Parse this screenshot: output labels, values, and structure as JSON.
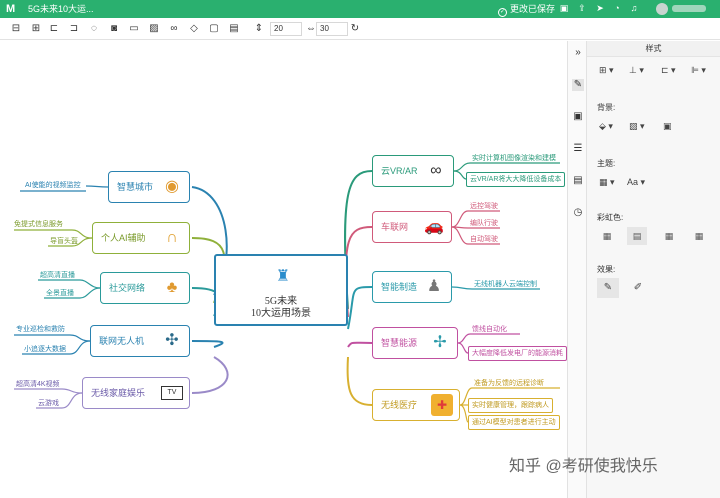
{
  "titlebar": {
    "logo": "M",
    "doc_title": "5G未来10大运...",
    "saved_text": "更改已保存",
    "saved_check": "✓"
  },
  "toolbar": {
    "font_size": "20",
    "line_size": "30"
  },
  "mindmap": {
    "center": {
      "line1": "5G未来",
      "line2": "10大运用场景"
    },
    "left_nodes": [
      {
        "label": "智慧城市",
        "color": "#2a82b0",
        "icon": "camera-icon",
        "glyph": "◉"
      },
      {
        "label": "个人AI辅助",
        "color": "#8fb03a",
        "icon": "headphones-icon",
        "glyph": "∩"
      },
      {
        "label": "社交网络",
        "color": "#2a9a9a",
        "icon": "people-icon",
        "glyph": "♣"
      },
      {
        "label": "联网无人机",
        "color": "#2a82b0",
        "icon": "drone-icon",
        "glyph": "✣"
      },
      {
        "label": "无线家庭娱乐",
        "color": "#9a8ac8",
        "icon": "tv-icon",
        "glyph": "TV"
      }
    ],
    "right_nodes": [
      {
        "label": "云VR/AR",
        "color": "#2a9a7a",
        "icon": "vr-glasses-icon",
        "glyph": "∞"
      },
      {
        "label": "车联网",
        "color": "#d05a7a",
        "icon": "car-icon",
        "glyph": "🚗"
      },
      {
        "label": "智能制造",
        "color": "#2a9aaa",
        "icon": "robot-icon",
        "glyph": "♟"
      },
      {
        "label": "智慧能源",
        "color": "#c050a0",
        "icon": "wind-turbine-icon",
        "glyph": "✢"
      },
      {
        "label": "无线医疗",
        "color": "#d8b030",
        "icon": "medical-kit-icon",
        "glyph": "✚"
      }
    ],
    "leaves": {
      "smart_city": [
        "AI使能的视频监控"
      ],
      "ai_assist": [
        "免提式信息服务",
        "导盲头盔"
      ],
      "social": [
        "超高清直播",
        "全景直播"
      ],
      "drone": [
        "专业巡检和救防",
        "小追逐大数据"
      ],
      "home_ent": [
        "超高清4K视频",
        "云游戏"
      ],
      "vr": [
        "实时计算机图像渲染和建模",
        "云VR/AR将大大降低设备成本"
      ],
      "car": [
        "远控驾驶",
        "编队行驶",
        "自动驾驶"
      ],
      "mfg": [
        "无线机器人云端控制"
      ],
      "energy": [
        "馈线自动化",
        "大幅度降低发电厂的能源消耗"
      ],
      "medical": [
        "准备为反馈的远程诊断",
        "实时健康管理，跟踪病人",
        "通过AI模型对患者进行主动"
      ]
    }
  },
  "panel": {
    "title": "样式",
    "background_label": "背景:",
    "theme_label": "主题:",
    "theme_font": "Aa",
    "rainbow_label": "彩虹色:",
    "effect_label": "效果:"
  },
  "watermark": "知乎 @考研使我快乐",
  "colors": {
    "brand": "#2ab06f",
    "center_border": "#2a82b0"
  }
}
